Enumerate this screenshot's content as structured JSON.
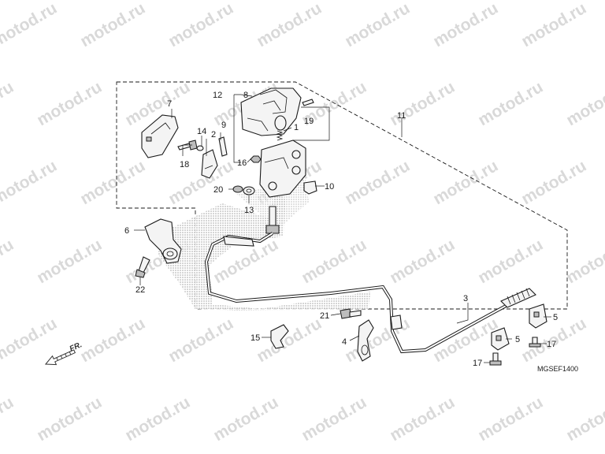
{
  "watermark": "motod.ru",
  "diagram_code": "MGSEF1400",
  "front_marker": "FR.",
  "callouts": {
    "c1": "1",
    "c2": "2",
    "c3": "3",
    "c4": "4",
    "c5a": "5",
    "c5b": "5",
    "c6": "6",
    "c7": "7",
    "c8": "8",
    "c9": "9",
    "c10": "10",
    "c11": "11",
    "c12": "12",
    "c13": "13",
    "c14": "14",
    "c15": "15",
    "c16": "16",
    "c17a": "17",
    "c17b": "17",
    "c18": "18",
    "c19": "19",
    "c20": "20",
    "c21": "21",
    "c22": "22"
  },
  "colors": {
    "line": "#1a1a1a",
    "watermark": "#d9d9d9",
    "shade": "#9e9e9e"
  }
}
